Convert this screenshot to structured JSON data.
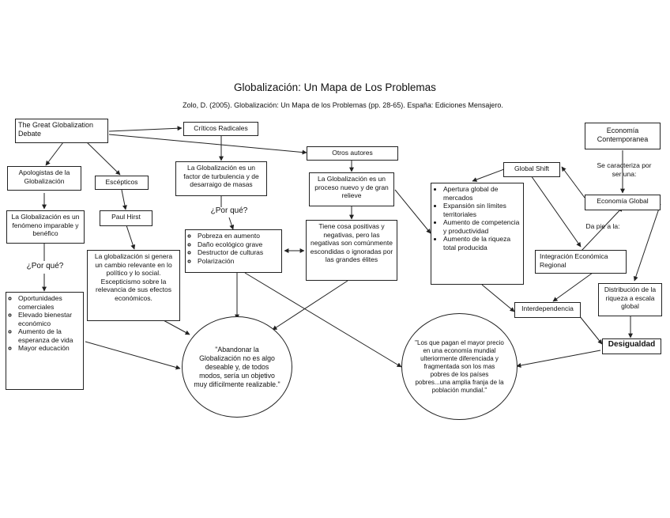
{
  "title": "Globalización: Un Mapa de Los Problemas",
  "citation": "Zolo, D. (2005). Globalización: Un Mapa de los Problemas (pp. 28-65). España: Ediciones Mensajero.",
  "nodes": {
    "great_debate": "The Great Globalization Debate",
    "criticos": "Críticos Radicales",
    "otros": "Otros autores",
    "apologistas": "Apologistas de la Globalización",
    "escepticos": "Escépticos",
    "paul_hirst": "Paul Hirst",
    "fenomeno": "La Globalización es un fenómeno imparable y benéfico",
    "por_que_left": "¿Por qué?",
    "turbulencia": "La Globalización es un factor de turbulencia y de desarraigo de masas",
    "por_que_mid": "¿Por qué?",
    "nuevo": "La Globalización es un proceso nuevo y de gran relieve",
    "cambio": "La globalización si genera un cambio relevante en lo político y lo social. Escepticismo sobre la relevancia de sus efectos económicos.",
    "cosas": "Tiene cosa positivas y negativas, pero las negativas son comúnmente escondidas o ignoradas por las grandes élites",
    "economia_contemporanea": "Economía Contemporanea",
    "se_caracteriza": "Se caracteriza por ser una:",
    "economia_global": "Economía Global",
    "global_shift": "Global Shift",
    "da_pie": "Da pie a la:",
    "integracion": "Integración Económica Regional",
    "interdependencia": "Interdependencia",
    "distribucion": "Distribución de la riqueza a escala global",
    "desigualdad": "Desigualdad"
  },
  "lists": {
    "oportunidades": [
      "Oportunidades comerciales",
      "Elevado bienestar económico",
      "Aumento de la esperanza de vida",
      "Mayor educación"
    ],
    "pobreza": [
      "Pobreza en aumento",
      "Daño ecológico grave",
      "Destructor de culturas",
      "Polarización"
    ],
    "apertura": [
      "Apertura global de mercados",
      "Expansión sin límites territoriales",
      "Aumento de competencia y productividad",
      "Aumento de la riqueza total producida"
    ]
  },
  "quotes": {
    "abandonar": "\"Abandonar la Globalización no es algo deseable y, de todos modos, sería un objetivo muy difícilmente realizable.\"",
    "pagan": "\"Los que pagan el mayor precio en una economía mundial ulteriormente diferenciada y fragmentada son los mas pobres de los países pobres...una amplia franja de la población mundial.\""
  }
}
